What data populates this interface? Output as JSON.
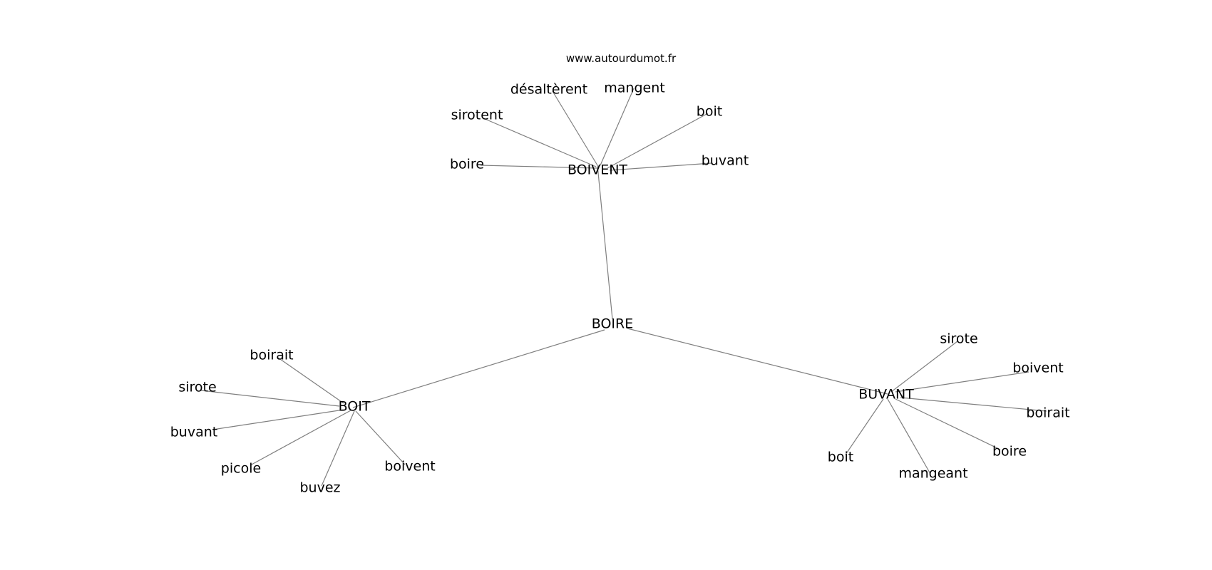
{
  "source": "www.autourdumot.fr",
  "graph": {
    "center": "BOIRE",
    "hubs": [
      {
        "label": "BOIVENT",
        "leaves": [
          "boire",
          "sirotent",
          "désaltèrent",
          "mangent",
          "boit",
          "buvant"
        ]
      },
      {
        "label": "BOIT",
        "leaves": [
          "boirait",
          "sirote",
          "buvant",
          "picole",
          "buvez",
          "boivent"
        ]
      },
      {
        "label": "BUVANT",
        "leaves": [
          "sirote",
          "boivent",
          "boirait",
          "boire",
          "mangeant",
          "boit"
        ]
      }
    ]
  },
  "colors": {
    "edge": "#7f7f7f",
    "text": "#000000",
    "background": "#ffffff"
  }
}
